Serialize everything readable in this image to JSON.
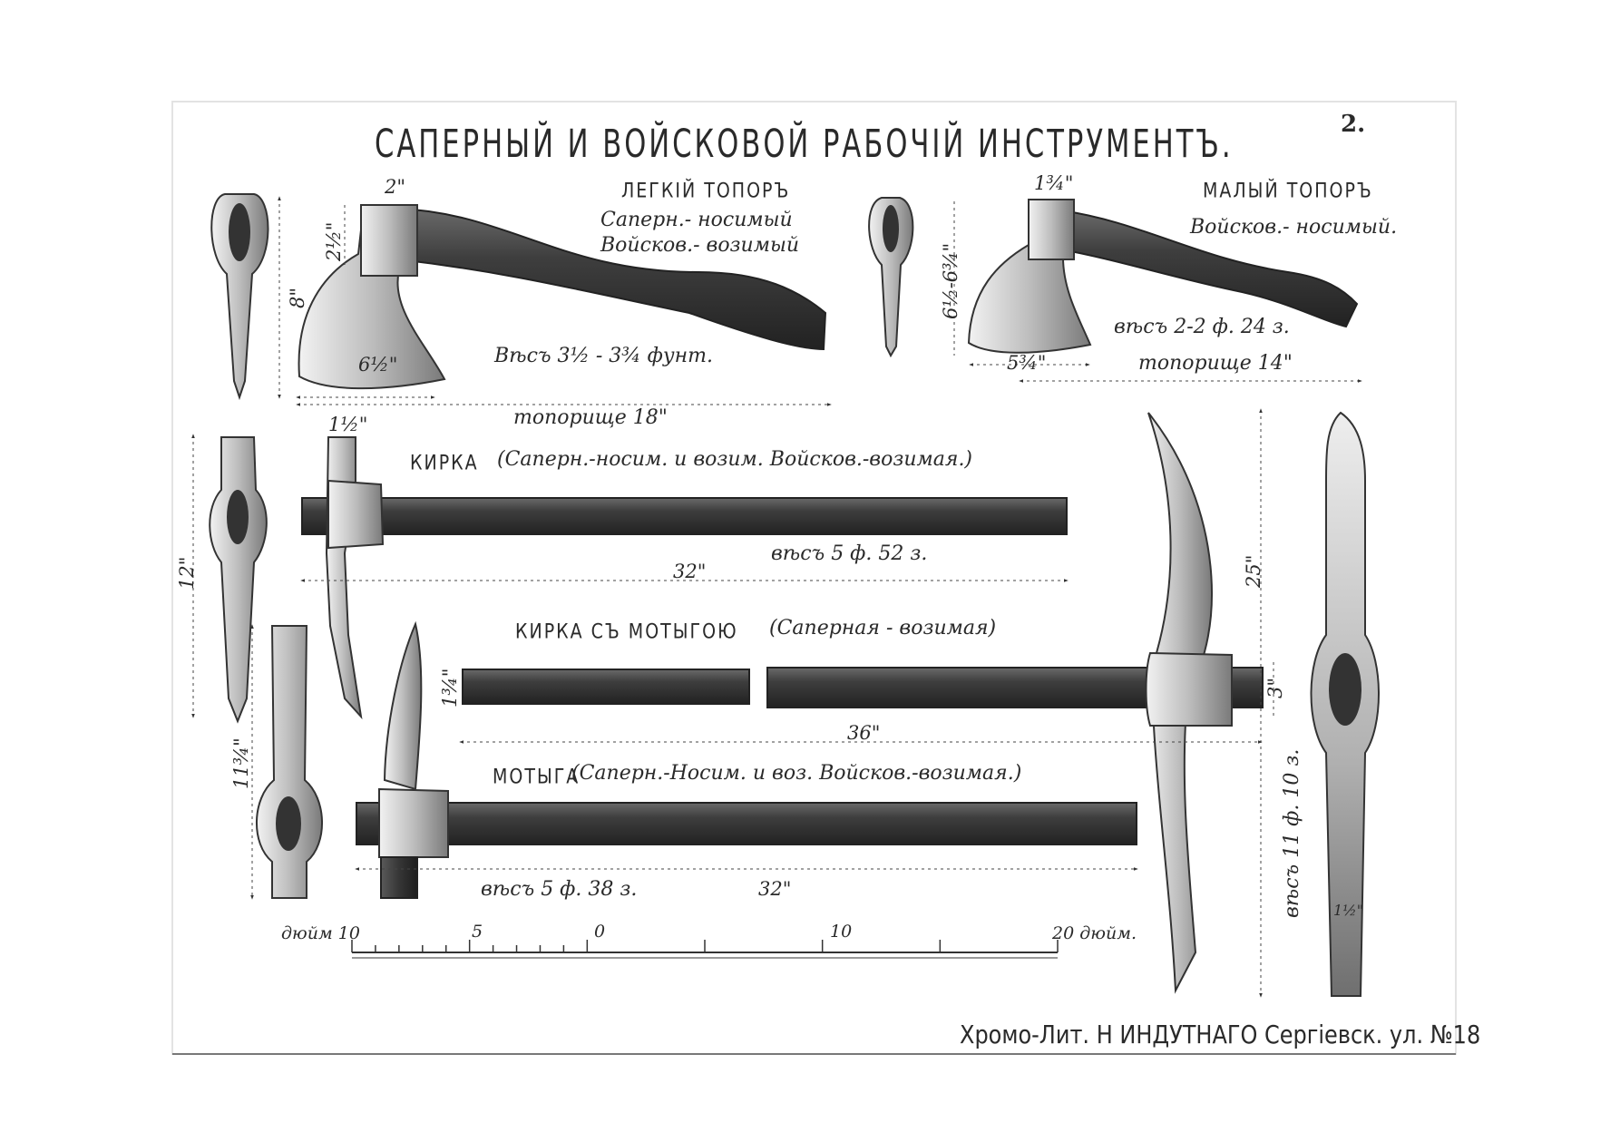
{
  "plate": {
    "title": "САПЕРНЫЙ И ВОЙСКОВОЙ РАБОЧІЙ ИНСТРУМЕНТЪ.",
    "plate_number": "2.",
    "footer": "Хромо-Лит. Н ИНДУТНАГО Сергіевск. ул. №18"
  },
  "light_axe": {
    "name": "ЛЕГКІЙ ТОПОРЪ",
    "note_line1": "Саперн.- носимый",
    "note_line2": "Войсков.- возимый",
    "weight": "Вѣсъ 3½ - 3¾ фунт.",
    "dim_top": "2\"",
    "dim_eye": "2½\"",
    "dim_height": "8\"",
    "dim_blade": "6½\"",
    "dim_handle": "топорище 18\""
  },
  "small_axe": {
    "name": "МАЛЫЙ ТОПОРЪ",
    "note_line1": "Войсков.- носимый.",
    "weight": "вѣсъ 2-2 ф. 24 з.",
    "dim_top": "1¾\"",
    "dim_height": "6½-6¾\"",
    "dim_blade": "5¾\"",
    "dim_handle": "топорище 14\""
  },
  "pick": {
    "name": "КИРКА",
    "note": "(Саперн.-носим. и возим. Войсков.-возимая.)",
    "weight": "вѣсъ 5 ф. 52 з.",
    "dim_length": "32\"",
    "dim_head": "12\"",
    "dim_top": "1½\""
  },
  "pick_mattock": {
    "name": "КИРКА СЪ МОТЫГОЮ",
    "note": "(Саперная - возимая)",
    "dim_length": "36\"",
    "dim_shaft": "1¾\"",
    "dim_eye": "3\"",
    "dim_head": "25\"",
    "weight": "вѣсъ 11 ф. 10 з.",
    "dim_tip": "1½\""
  },
  "mattock": {
    "name": "МОТЫГА",
    "note": "(Саперн.-Носим. и воз. Войсков.-возимая.)",
    "weight": "вѣсъ 5 ф. 38 з.",
    "dim_length": "32\"",
    "dim_head": "11¾\""
  },
  "scale": {
    "left_label": "дюйм 10",
    "ticks": [
      "5",
      "0",
      "10"
    ],
    "right_label": "20 дюйм."
  },
  "colors": {
    "ink": "#2a2a2a",
    "wood": "#3a3a3a",
    "steel_light": "#d8d8d8",
    "steel_mid": "#9a9a9a"
  }
}
